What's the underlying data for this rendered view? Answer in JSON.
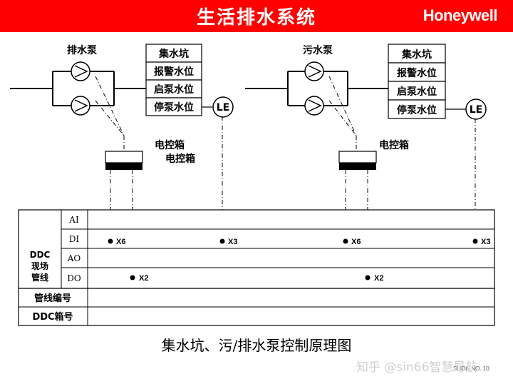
{
  "header": {
    "title": "生活排水系统",
    "brand": "Honeywell",
    "color": "#ff0000"
  },
  "left_system": {
    "pump_label": "排水泵",
    "panel": [
      "集水坑",
      "报警水位",
      "启泵水位",
      "停泵水位"
    ],
    "sensor": "LE",
    "control_box_label": "电控箱",
    "control_box_label_2": "电控箱",
    "points": {
      "di": "X6",
      "di_level": "X3",
      "do": "X2"
    }
  },
  "right_system": {
    "pump_label": "污水泵",
    "panel": [
      "集水坑",
      "报警水位",
      "启泵水位",
      "停泵水位"
    ],
    "sensor": "LE",
    "control_box_label": "电控箱",
    "points": {
      "di": "X6",
      "di_level": "X3",
      "do": "X2"
    }
  },
  "table": {
    "group_label": [
      "DDC",
      "现场",
      "管线"
    ],
    "signals": [
      "AI",
      "DI",
      "AO",
      "DO"
    ],
    "rows": [
      "管线编号",
      "DDC箱号"
    ]
  },
  "caption": "集水坑、污/排水泵控制原理图",
  "watermark": "知乎 @sin66智慧导航",
  "slide_label": "SLIDE NO. 10"
}
